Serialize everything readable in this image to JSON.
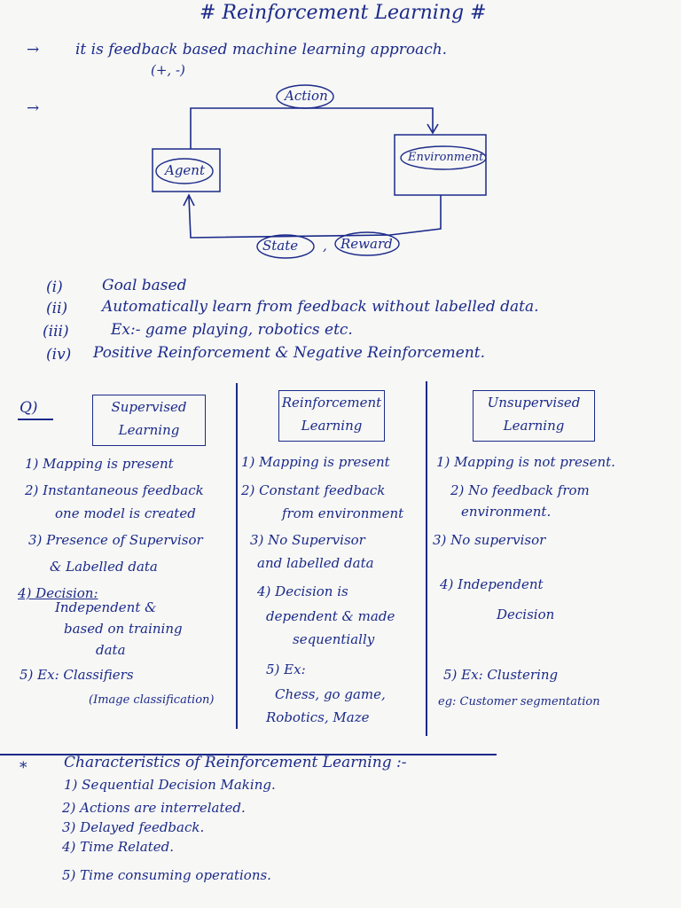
{
  "title": "# Reinforcement Learning #",
  "intro": {
    "arrow": "→",
    "text": "it is feedback based machine learning approach.",
    "sub": "(+, -)"
  },
  "diagram": {
    "arrow": "→",
    "action": "Action",
    "agent": "Agent",
    "environment": "Environment",
    "state": "State",
    "comma": ",",
    "reward": "Reward"
  },
  "points": [
    {
      "num": "(i)",
      "text": "Goal based"
    },
    {
      "num": "(ii)",
      "text": "Automatically learn from feedback without labelled data."
    },
    {
      "num": "(iii)",
      "text": "Ex:- game playing, robotics etc."
    },
    {
      "num": "(iv)",
      "text": "Positive Reinforcement & Negative Reinforcement."
    }
  ],
  "comparison": {
    "q": "Q)",
    "headers": [
      "Supervised Learning",
      "Reinforcement Learning",
      "Unsupervised Learning"
    ],
    "supervised": [
      "1) Mapping is present",
      "2) Instantaneous feedback",
      "one model is created",
      "3) Presence of Supervisor",
      "& Labelled data",
      "4) Decision:",
      "Independent &",
      "based on training",
      "data",
      "5) Ex: Classifiers",
      "(Image classification)"
    ],
    "reinforcement": [
      "1) Mapping is present",
      "2) Constant feedback",
      "from environment",
      "3) No Supervisor",
      "and labelled data",
      "4) Decision is",
      "dependent & made",
      "sequentially",
      "5) Ex:",
      "Chess, go game,",
      "Robotics, Maze"
    ],
    "unsupervised": [
      "1) Mapping is not present.",
      "2) No feedback from",
      "environment.",
      "3) No supervisor",
      "4) Independent",
      "Decision",
      "5) Ex: Clustering",
      "eg: Customer segmentation"
    ]
  },
  "characteristics": {
    "star": "*",
    "heading": "Characteristics of Reinforcement Learning :-",
    "items": [
      "1) Sequential Decision Making.",
      "2) Actions are interrelated.",
      "3) Delayed feedback.",
      "4) Time Related.",
      "5) Time consuming operations."
    ]
  }
}
